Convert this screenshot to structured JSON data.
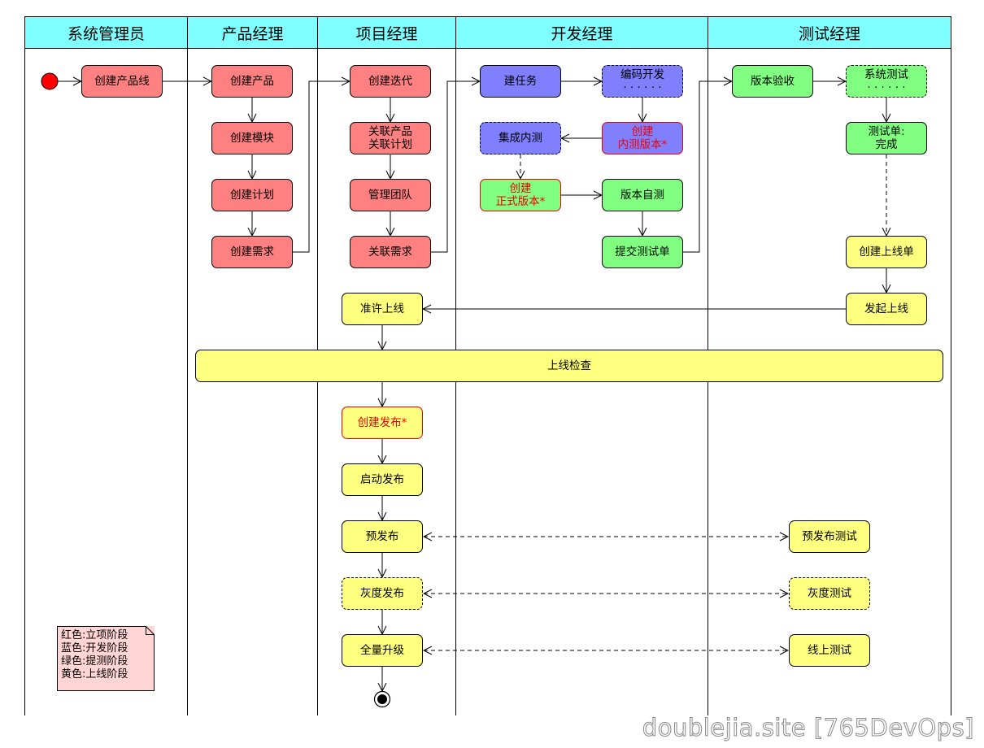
{
  "lanes": {
    "admin": "系统管理员",
    "product": "产品经理",
    "project": "项目经理",
    "dev": "开发经理",
    "test": "测试经理"
  },
  "nodes": {
    "create_product_line": "创建产品线",
    "create_product": "创建产品",
    "create_module": "创建模块",
    "create_plan": "创建计划",
    "create_requirement": "创建需求",
    "create_iteration": "创建迭代",
    "link_product_plan": "关联产品\n关联计划",
    "manage_team": "管理团队",
    "link_requirement": "关联需求",
    "create_task": "建任务",
    "coding": "编码开发\n· · · · · ·",
    "create_internal_version": "创建\n内测版本*",
    "integration_test": "集成内测",
    "create_official_version": "创建\n正式版本*",
    "version_self_test": "版本自测",
    "submit_test_order": "提交测试单",
    "version_acceptance": "版本验收",
    "system_test": "系统测试\n· · · · · ·",
    "test_order_done": "测试单:\n完成",
    "create_release_order": "创建上线单",
    "initiate_release": "发起上线",
    "approve_release": "准许上线",
    "release_check": "上线检查",
    "create_publish": "创建发布*",
    "start_publish": "启动发布",
    "pre_publish": "预发布",
    "gray_publish": "灰度发布",
    "full_upgrade": "全量升级",
    "pre_publish_test": "预发布测试",
    "gray_test": "灰度测试",
    "online_test": "线上测试"
  },
  "legend": "红色:立项阶段\n蓝色:开发阶段\n绿色:提测阶段\n黄色:上线阶段",
  "watermark": "doublejia.site [765DevOps]",
  "colors": {
    "lane_header": "#7fffff",
    "red_phase": "#ff8080",
    "blue_phase": "#8080ff",
    "green_phase": "#80ff80",
    "yellow_phase": "#ffff80",
    "note": "#ffd5d5",
    "start_node": "#ff0000"
  }
}
